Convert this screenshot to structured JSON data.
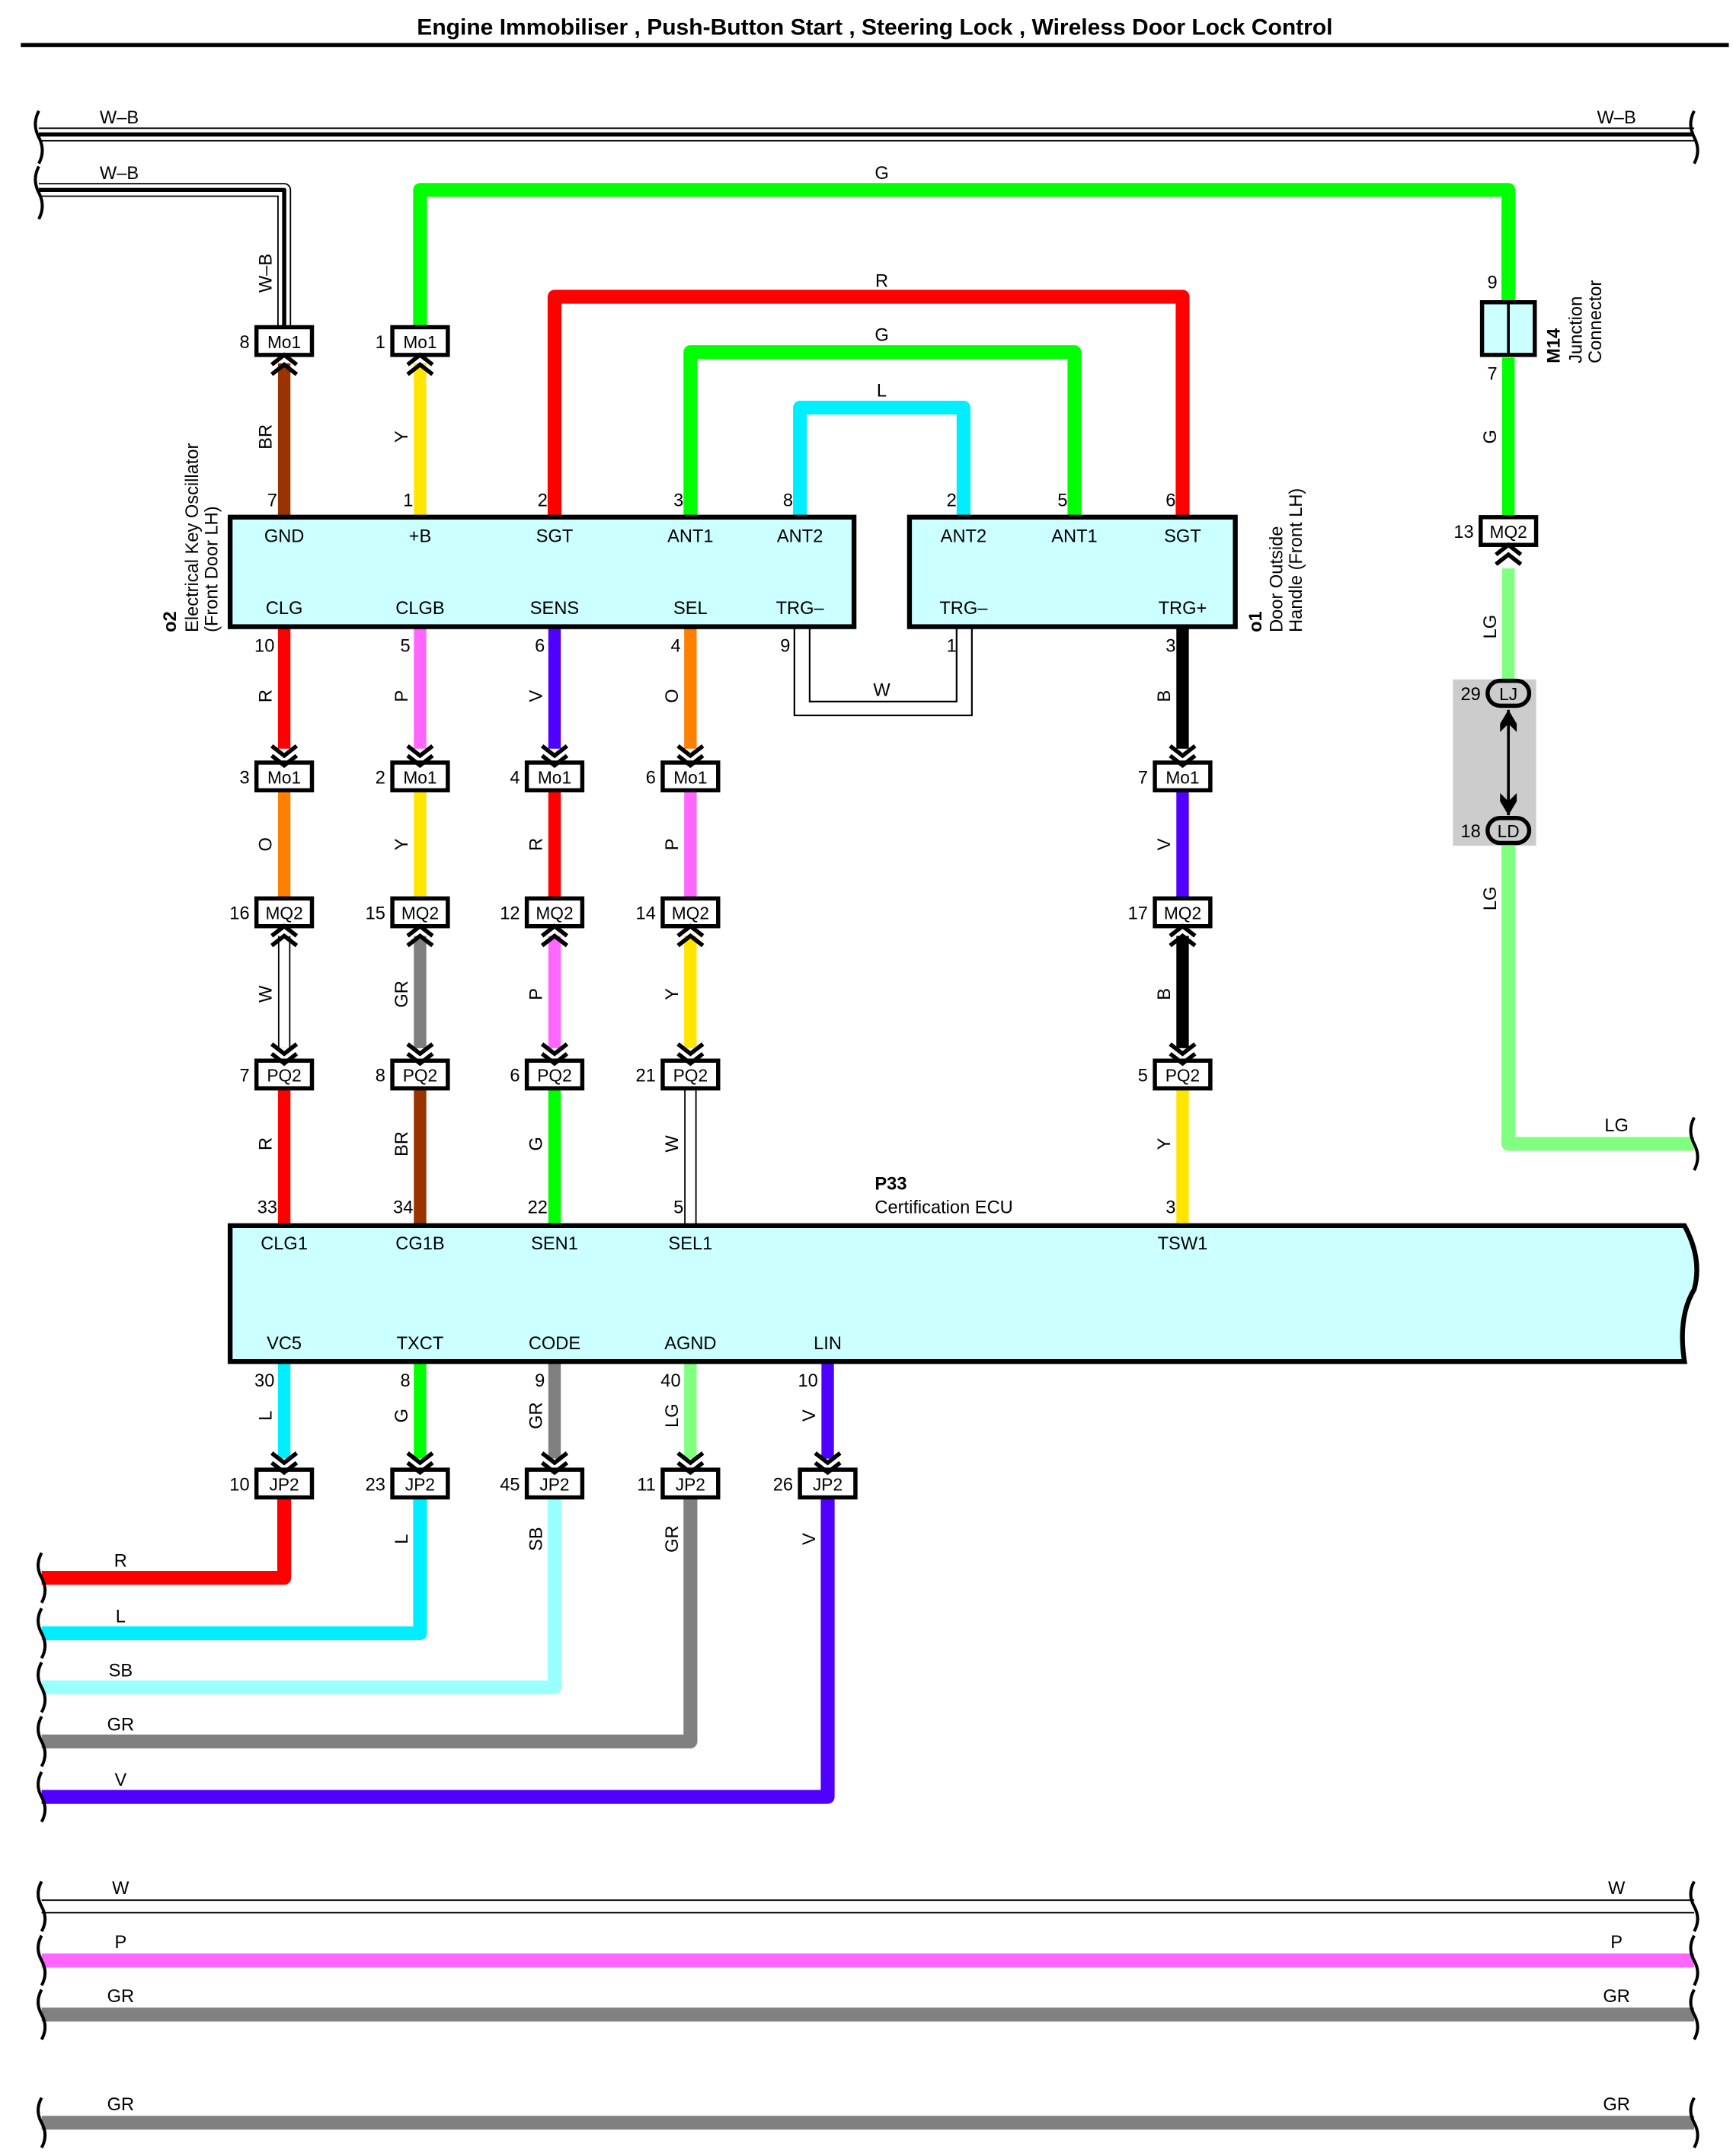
{
  "title": "Engine Immobiliser , Push-Button Start , Steering Lock , Wireless Door Lock Control",
  "wire_colors": {
    "W": "#ffffff",
    "B": "#000000",
    "G": "#00ff00",
    "R": "#ff0000",
    "L": "#00eeff",
    "BR": "#993300",
    "Y": "#ffe600",
    "P": "#ff66ff",
    "V": "#5000ff",
    "O": "#ff8000",
    "GR": "#808080",
    "LG": "#80ff80",
    "SB": "#99ffff"
  },
  "component_fill": "#ccffff",
  "splice_fill": "#cccccc",
  "components": {
    "o2": {
      "id": "o2",
      "name_line1": "Electrical Key Oscillator",
      "name_line2": "(Front Door LH)",
      "top_pins": [
        {
          "pin": "7",
          "name": "GND"
        },
        {
          "pin": "1",
          "name": "+B"
        },
        {
          "pin": "2",
          "name": "SGT"
        },
        {
          "pin": "3",
          "name": "ANT1"
        },
        {
          "pin": "8",
          "name": "ANT2"
        }
      ],
      "bottom_pins": [
        {
          "pin": "10",
          "name": "CLG"
        },
        {
          "pin": "5",
          "name": "CLGB"
        },
        {
          "pin": "6",
          "name": "SENS"
        },
        {
          "pin": "4",
          "name": "SEL"
        },
        {
          "pin": "9",
          "name": "TRG–"
        }
      ]
    },
    "o1": {
      "id": "o1",
      "name_line1": "Door Outside",
      "name_line2": "Handle (Front LH)",
      "top_pins": [
        {
          "pin": "2",
          "name": "ANT2"
        },
        {
          "pin": "5",
          "name": "ANT1"
        },
        {
          "pin": "6",
          "name": "SGT"
        }
      ],
      "bottom_pins": [
        {
          "pin": "1",
          "name": "TRG–"
        },
        {
          "pin": "3",
          "name": "TRG+"
        }
      ]
    },
    "p33": {
      "id": "P33",
      "name": "Certification ECU",
      "top_pins": [
        {
          "pin": "33",
          "name": "CLG1"
        },
        {
          "pin": "34",
          "name": "CG1B"
        },
        {
          "pin": "22",
          "name": "SEN1"
        },
        {
          "pin": "5",
          "name": "SEL1"
        },
        {
          "pin": "3",
          "name": "TSW1"
        }
      ],
      "bottom_pins": [
        {
          "pin": "30",
          "name": "VC5"
        },
        {
          "pin": "8",
          "name": "TXCT"
        },
        {
          "pin": "9",
          "name": "CODE"
        },
        {
          "pin": "40",
          "name": "AGND"
        },
        {
          "pin": "10",
          "name": "LIN"
        }
      ]
    },
    "m14": {
      "id": "M14",
      "name_line1": "Junction",
      "name_line2": "Connector",
      "pin_top": "9",
      "pin_bottom": "7"
    }
  },
  "junctions": {
    "top_row": [
      {
        "pin": "8",
        "conn": "Mo1"
      },
      {
        "pin": "1",
        "conn": "Mo1"
      }
    ],
    "row_mo1": [
      {
        "pin": "3",
        "conn": "Mo1"
      },
      {
        "pin": "2",
        "conn": "Mo1"
      },
      {
        "pin": "4",
        "conn": "Mo1"
      },
      {
        "pin": "6",
        "conn": "Mo1"
      },
      {
        "pin": "7",
        "conn": "Mo1"
      }
    ],
    "row_mq2": [
      {
        "pin": "16",
        "conn": "MQ2"
      },
      {
        "pin": "15",
        "conn": "MQ2"
      },
      {
        "pin": "12",
        "conn": "MQ2"
      },
      {
        "pin": "14",
        "conn": "MQ2"
      },
      {
        "pin": "17",
        "conn": "MQ2"
      }
    ],
    "row_pq2": [
      {
        "pin": "7",
        "conn": "PQ2"
      },
      {
        "pin": "8",
        "conn": "PQ2"
      },
      {
        "pin": "6",
        "conn": "PQ2"
      },
      {
        "pin": "21",
        "conn": "PQ2"
      },
      {
        "pin": "5",
        "conn": "PQ2"
      }
    ],
    "row_jp2": [
      {
        "pin": "10",
        "conn": "JP2"
      },
      {
        "pin": "23",
        "conn": "JP2"
      },
      {
        "pin": "45",
        "conn": "JP2"
      },
      {
        "pin": "11",
        "conn": "JP2"
      },
      {
        "pin": "26",
        "conn": "JP2"
      }
    ],
    "right_mq2": {
      "pin": "13",
      "conn": "MQ2"
    },
    "splice_lj": {
      "pin": "29",
      "conn": "LJ"
    },
    "splice_ld": {
      "pin": "18",
      "conn": "LD"
    }
  },
  "wires": {
    "bus_wb_top": "W–B",
    "wb_branch": "W–B",
    "wb_vertical": "W–B",
    "g_top": "G",
    "r_loop": "R",
    "g_loop": "G",
    "l_loop": "L",
    "w_loop": "W",
    "o2_top": [
      "BR",
      "Y"
    ],
    "o2_bottom": [
      "R",
      "P",
      "V",
      "O"
    ],
    "o1_bottom": "B",
    "mo1_mq2": [
      "O",
      "Y",
      "R",
      "P",
      "V"
    ],
    "mq2_pq2": [
      "W",
      "GR",
      "P",
      "Y",
      "B"
    ],
    "pq2_ecu": [
      "R",
      "BR",
      "G",
      "W",
      "Y"
    ],
    "ecu_jp2": [
      "L",
      "G",
      "GR",
      "LG",
      "V"
    ],
    "jp2_out": [
      "R",
      "L",
      "SB",
      "GR",
      "V"
    ],
    "right_g": "G",
    "right_lg1": "LG",
    "right_lg2": "LG",
    "right_lg_out": "LG",
    "bottom_buses": [
      "W",
      "P",
      "GR",
      "GR"
    ]
  }
}
